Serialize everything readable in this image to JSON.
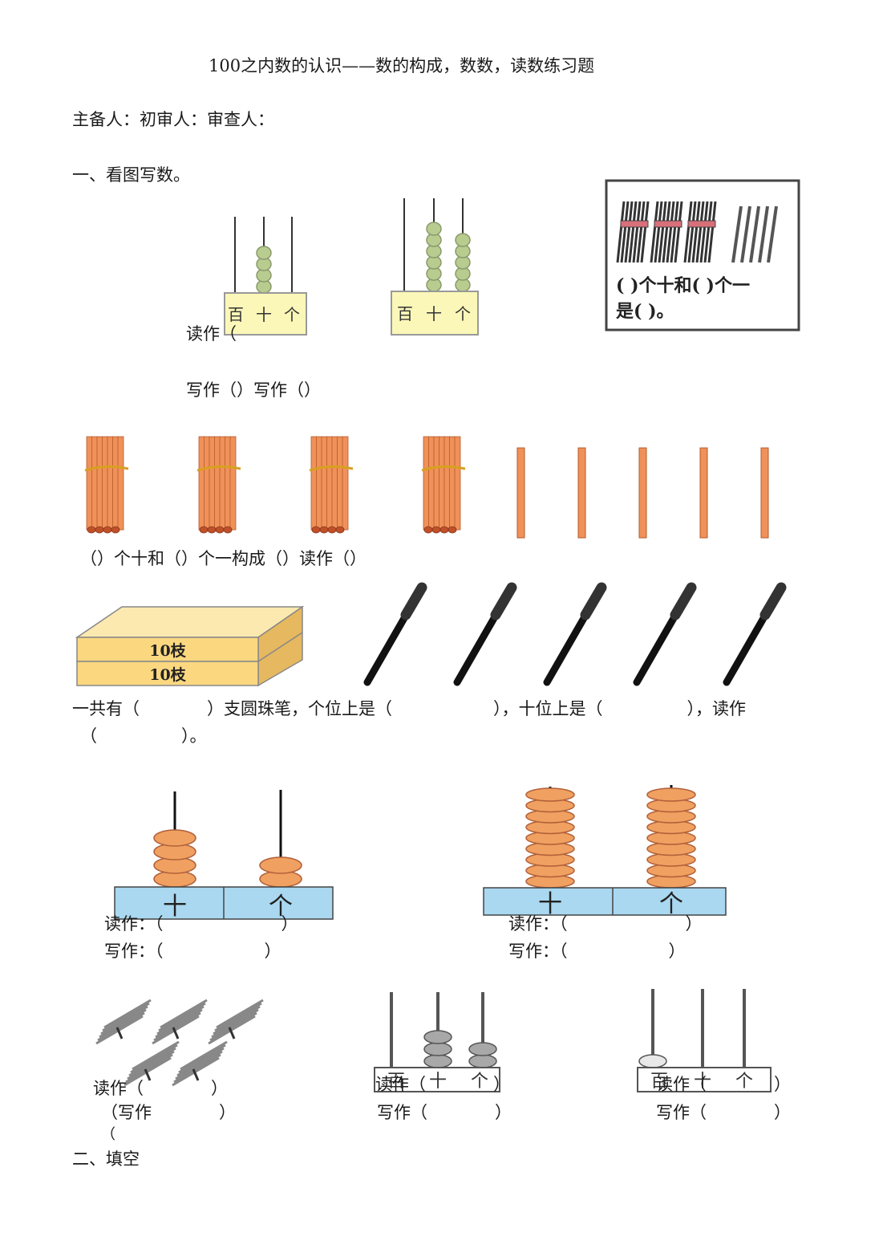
{
  "title": "100之内数的认识——数的构成，数数，读数练习题",
  "preparers": "主备人：初审人：审查人：",
  "section1": {
    "heading": "一、看图写数。",
    "abacus_top": {
      "labels": [
        "百",
        "十",
        "个"
      ],
      "left_beads": {
        "bai": 0,
        "shi": 4,
        "ge": 0
      },
      "right_beads": {
        "bai": 0,
        "shi": 6,
        "ge": 5
      }
    },
    "read_prompt_top": "读作（",
    "write_prompts_top": "写作（）写作（）",
    "sticks_box": {
      "bundles": 3,
      "singles": 5,
      "line1": "( )个十和(   )个一",
      "line2": "是(   )。"
    },
    "bundles_row": {
      "bundles": 4,
      "singles": 5
    },
    "bundles_caption": "（）个十和（）个一构成（）读作（）",
    "pens": {
      "box_labels": [
        "10枝",
        "10枝"
      ],
      "loose_pens": 5,
      "caption_line1": "一共有（　　　　）支圆珠笔，个位上是（　　　　　　），十位上是（　　　　　），读作",
      "caption_line2": "（　　　　　）。"
    },
    "abacus_big_left": {
      "labels": [
        "十",
        "个"
      ],
      "beads": {
        "shi": 4,
        "ge": 2
      },
      "read": "读作：（　　　　　　　）",
      "write": "写作：（　　　　　　）"
    },
    "abacus_big_right": {
      "labels": [
        "十",
        "个"
      ],
      "beads": {
        "shi": 9,
        "ge": 9
      },
      "read": "读作：（　　　　　　　）",
      "write": "写作：（　　　　　　）"
    },
    "bottom_row": {
      "sticks_bundles": 5,
      "sticks_read": "读作（　　　　）",
      "sticks_write": "（写作　　　　）",
      "sticks_extra": "（",
      "abacus_mid_labels": [
        "百",
        "十",
        "个"
      ],
      "abacus_mid_beads": {
        "bai": 0,
        "shi": 3,
        "ge": 2
      },
      "abacus_mid_read": "读作（　　　　）",
      "abacus_mid_write": "写作（　　　　）",
      "abacus_right_labels": [
        "百",
        "十",
        "个"
      ],
      "abacus_right_beads": {
        "bai": 1,
        "shi": 0,
        "ge": 0
      },
      "abacus_right_read": "读作（　　　　）",
      "abacus_right_write": "写作（　　　　）"
    }
  },
  "section2": {
    "heading": "二、填空"
  },
  "colors": {
    "bead_green": "#b8cc90",
    "bead_orange": "#f0a060",
    "abacus_base_yellow": "#fbf7b8",
    "abacus_base_blue": "#a9d8f0",
    "stick_orange": "#f0915a",
    "box_yellow": "#fbd880",
    "bead_gray": "#a8a8a8"
  }
}
